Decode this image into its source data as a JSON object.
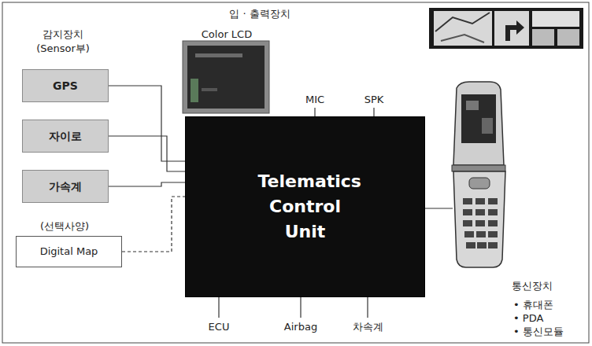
{
  "diagram": {
    "nodes": [
      {
        "text": [
          "GPS"
        ]
      },
      {
        "text": [
          "자이로"
        ]
      },
      {
        "text": [
          "가속계"
        ]
      },
      {
        "text": [
          "Digital Map"
        ]
      },
      {
        "text": [
          "Telematics Control Unit"
        ]
      }
    ],
    "edges": [
      {
        "from": 0,
        "to": 4,
        "arrow": "none"
      },
      {
        "from": 1,
        "to": 4,
        "arrow": "none"
      },
      {
        "from": 2,
        "to": 4,
        "arrow": "none"
      },
      {
        "from": 3,
        "to": 4,
        "arrow": "none"
      }
    ],
    "labels": [
      "감지장치",
      "(Sensor부)",
      "입 · 출력장치",
      "Color LCD",
      "MIC",
      "SPK",
      "(선택사양)",
      "ECU",
      "Airbag",
      "차속계",
      "통신장치",
      "• 휴대폰",
      "• PDA",
      "• 통신모듈"
    ]
  }
}
